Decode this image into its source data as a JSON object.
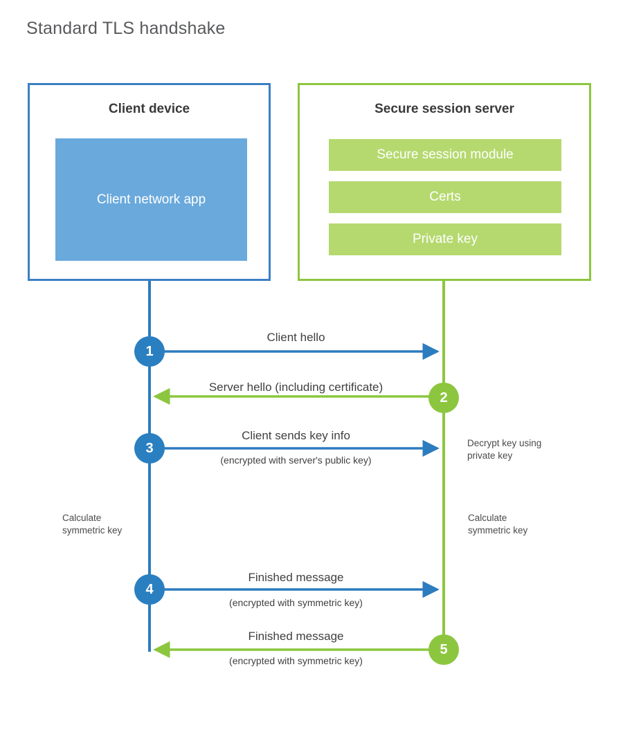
{
  "page": {
    "title": "Standard TLS handshake"
  },
  "colors": {
    "client_border": "#3b7fc4",
    "client_app_fill": "#6aa9dc",
    "client_line": "#2d7cbf",
    "client_circle": "#2a7fc0",
    "server_border": "#8cc63f",
    "server_module_fill": "#b5d96f",
    "server_line": "#8cc63f",
    "server_circle": "#8cc63f",
    "title_text": "#58595b",
    "body_text": "#3a3a3a"
  },
  "actors": {
    "client": {
      "title": "Client device",
      "app_label": "Client network app"
    },
    "server": {
      "title": "Secure session server",
      "modules": [
        {
          "label": "Secure session module"
        },
        {
          "label": "Certs"
        },
        {
          "label": "Private key"
        }
      ]
    }
  },
  "steps": [
    {
      "number": "1",
      "label": "Client hello",
      "sub": "",
      "direction": "client-to-server",
      "color": "blue"
    },
    {
      "number": "2",
      "label": "Server hello (including certificate)",
      "sub": "",
      "direction": "server-to-client",
      "color": "green"
    },
    {
      "number": "3",
      "label": "Client sends key info",
      "sub": "(encrypted with server's public key)",
      "direction": "client-to-server",
      "color": "blue"
    },
    {
      "number": "4",
      "label": "Finished message",
      "sub": "(encrypted with symmetric key)",
      "direction": "client-to-server",
      "color": "blue"
    },
    {
      "number": "5",
      "label": "Finished message",
      "sub": "(encrypted with symmetric key)",
      "direction": "server-to-client",
      "color": "green"
    }
  ],
  "notes": {
    "decrypt_key": "Decrypt key using\nprivate key",
    "calculate_client": "Calculate\nsymmetric key",
    "calculate_server": "Calculate\nsymmetric key"
  }
}
